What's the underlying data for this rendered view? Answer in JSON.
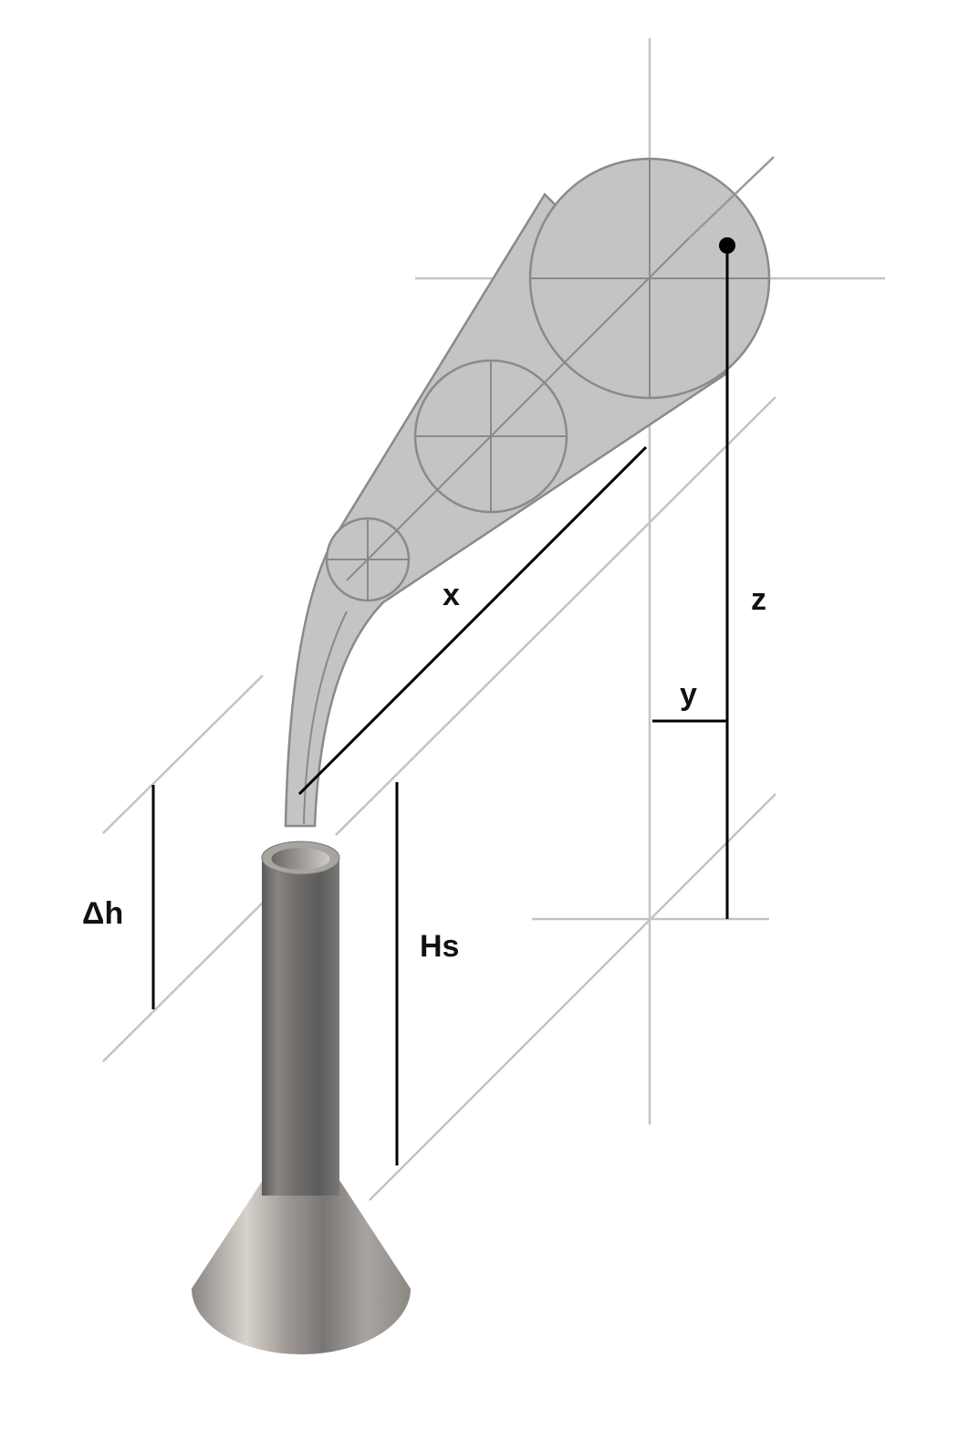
{
  "diagram": {
    "labels": {
      "x": "x",
      "y": "y",
      "z": "z",
      "delta_h": "Δh",
      "stack_height": "Hs"
    },
    "colors": {
      "plume_fill": "#c4c4c4",
      "plume_outline": "#8a8a8a",
      "guide_lines": "#c3c3c3",
      "dimension_lines": "#000000"
    }
  }
}
